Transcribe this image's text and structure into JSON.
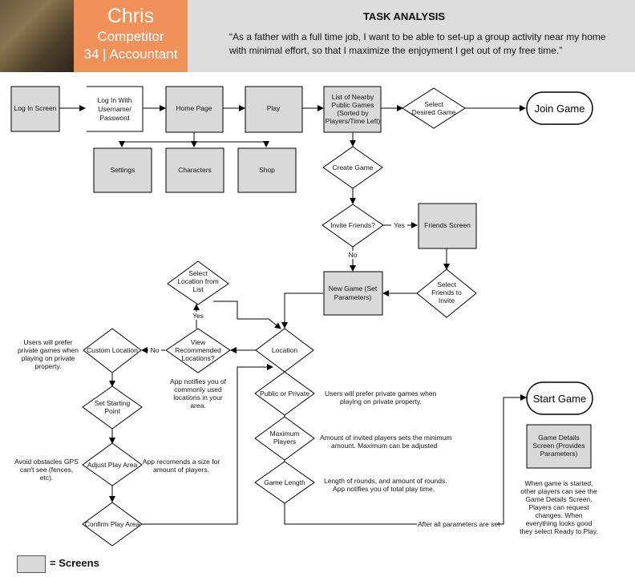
{
  "persona": {
    "name": "Chris",
    "role": "Competitor",
    "meta": "34 | Accountant"
  },
  "task": {
    "title": "TASK ANALYSIS",
    "quote": "“As a father with a full time job, I want to be able to set-up a group activity near my home with minimal effort, so that I maximize the enjoyment I get out of my free time.”"
  },
  "nodes": {
    "login_screen": "Log In Screen",
    "login_with": [
      "Log In With",
      "Username/",
      "Password"
    ],
    "home_page": "Home Page",
    "play": "Play",
    "list_games": [
      "List of Nearby",
      "Public Games",
      "(Sorted by",
      "Players/Time Left)"
    ],
    "select_game": [
      "Select",
      "Desired Game"
    ],
    "join_game": "Join Game",
    "settings": "Settings",
    "characters": "Characters",
    "shop": "Shop",
    "create_game": "Create Game",
    "invite_friends": "Invite Friends?",
    "yes_1": "Yes",
    "no_1": "No",
    "friends_screen": "Friends Screen",
    "select_friends": [
      "Select",
      "Friends to",
      "Invite"
    ],
    "new_game": [
      "New Game (Set",
      "Parameters)"
    ],
    "select_location": [
      "Select",
      "Location from",
      "List"
    ],
    "yes_2": "Yes",
    "view_recommended": [
      "View",
      "Recommended",
      "Locations?"
    ],
    "no_2": "No",
    "location": "Location",
    "custom_location": "Custom Location",
    "set_starting": [
      "Set Starting",
      "Point"
    ],
    "adjust_play": "Adjust Play Area",
    "confirm_play": "Confirm Play Area",
    "public_private": "Public or Private",
    "max_players": [
      "Maximum",
      "Players"
    ],
    "game_length": "Game Length",
    "start_game": "Start Game",
    "details_screen": [
      "Game Details",
      "Screen (Provides",
      "Parameters)"
    ]
  },
  "notes": {
    "private_games_left": [
      "Users will prefer",
      "private games when",
      "playing on private",
      "property."
    ],
    "app_notifies": [
      "App notifies you of",
      "commonly used",
      "locations in your",
      "area."
    ],
    "private_games_mid": [
      "Users will prefer private games when",
      "playing on private property."
    ],
    "obstacles": [
      "Avoid obstacles GPS",
      "can't see (fences,",
      "etc)."
    ],
    "recommends_size": [
      "App recomends a size for",
      "amount of players."
    ],
    "invited_players": [
      "Amount of invited players sets the minimum",
      "amount. Maximum can be adjusted"
    ],
    "rounds": [
      "Length of rounds, and amount of rounds.",
      "App notifies you of total play time."
    ],
    "after_params": "After all parameters are set",
    "when_started": [
      "When game is started,",
      "other players can see the",
      "Game Details Screen.",
      "Players can request",
      "changes. When",
      "everything looks good",
      "they select Ready to Play."
    ]
  },
  "legend": {
    "label": "= Screens"
  },
  "colors": {
    "persona_bg": "#f0915a",
    "header_bg": "#dcdcdc",
    "screen_fill": "#d9d9d9",
    "line": "#000000"
  }
}
